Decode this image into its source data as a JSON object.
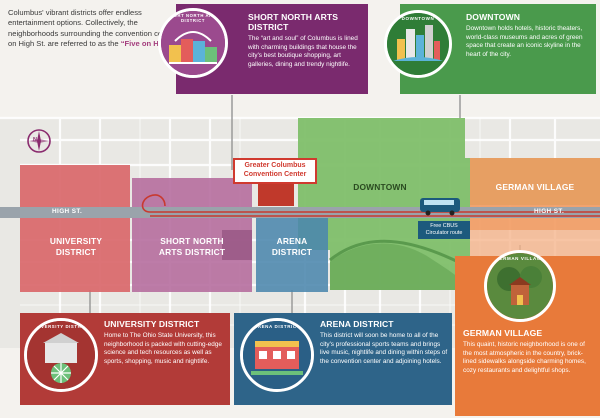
{
  "intro": {
    "text": "Columbus' vibrant districts offer endless entertainment options. Collectively, the neighborhoods surrounding the convention center on High St. are referred to as the",
    "highlight": "“Five on High.”"
  },
  "map": {
    "street": "HIGH ST.",
    "convention_center": [
      "Greater Columbus",
      "Convention Center"
    ],
    "cbus": [
      "Free CBUS",
      "Circulator route"
    ],
    "compass": "N",
    "districts": {
      "university": [
        "UNIVERSITY",
        "DISTRICT"
      ],
      "short_north": [
        "SHORT NORTH",
        "ARTS DISTRICT"
      ],
      "arena": [
        "ARENA",
        "DISTRICT"
      ],
      "downtown": [
        "DOWNTOWN"
      ],
      "german_village": [
        "GERMAN VILLAGE"
      ]
    }
  },
  "cards": {
    "short_north": {
      "title": "SHORT NORTH ARTS DISTRICT",
      "badge": "SHORT NORTH ARTS DISTRICT",
      "text": "The “art and soul” of Columbus is lined with charming buildings that house the city's best boutique shopping, art galleries, dining and trendy nightlife.",
      "color": "#7a2a6e"
    },
    "downtown": {
      "title": "DOWNTOWN",
      "badge": "DOWNTOWN",
      "text": "Downtown holds hotels, historic theaters, world-class museums and acres of green space that create an iconic skyline in the heart of the city.",
      "color": "#4a9a4c"
    },
    "university": {
      "title": "UNIVERSITY DISTRICT",
      "badge": "UNIVERSITY DISTRICT",
      "text": "Home to The Ohio State University, this neighborhood is packed with cutting-edge science and tech resources as well as sports, shopping, music and nightlife.",
      "color": "#b23b38"
    },
    "arena": {
      "title": "ARENA DISTRICT",
      "badge": "ARENA DISTRICT",
      "text": "This district will soon be home to all of the city's professional sports teams and brings live music, nightlife and dining within steps of the convention center and adjoining hotels.",
      "color": "#2e6489"
    },
    "german_village": {
      "title": "GERMAN VILLAGE",
      "badge": "GERMAN VILLAGE",
      "text": "This quaint, historic neighborhood is one of the most atmospheric in the country, brick-lined sidewalks alongside charming homes, cozy restaurants and delightful shops.",
      "color": "#e87a3a"
    }
  },
  "colors": {
    "university": "#d9676a",
    "short_north": "#b46a9c",
    "arena": "#4b86ad",
    "downtown": "#7fbf6a",
    "german_village": "#f29b62",
    "street": "#9aa3ab",
    "circulator": "#c83a30"
  }
}
